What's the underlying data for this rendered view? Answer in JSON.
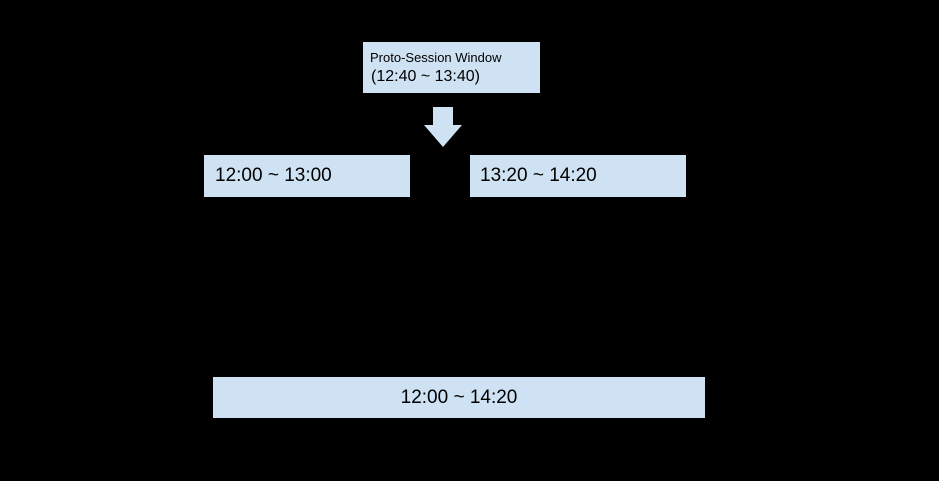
{
  "colors": {
    "background": "#000000",
    "box_fill": "#cfe2f3",
    "text": "#000000"
  },
  "diagram": {
    "proto_session": {
      "title": "Proto-Session Window",
      "range": "(12:40 ~ 13:40)"
    },
    "arrow": {
      "icon": "down-block-arrow"
    },
    "session_left": {
      "label": "12:00 ~ 13:00"
    },
    "session_right": {
      "label": "13:20 ~ 14:20"
    },
    "merged_session": {
      "label": "12:00 ~ 14:20"
    }
  }
}
